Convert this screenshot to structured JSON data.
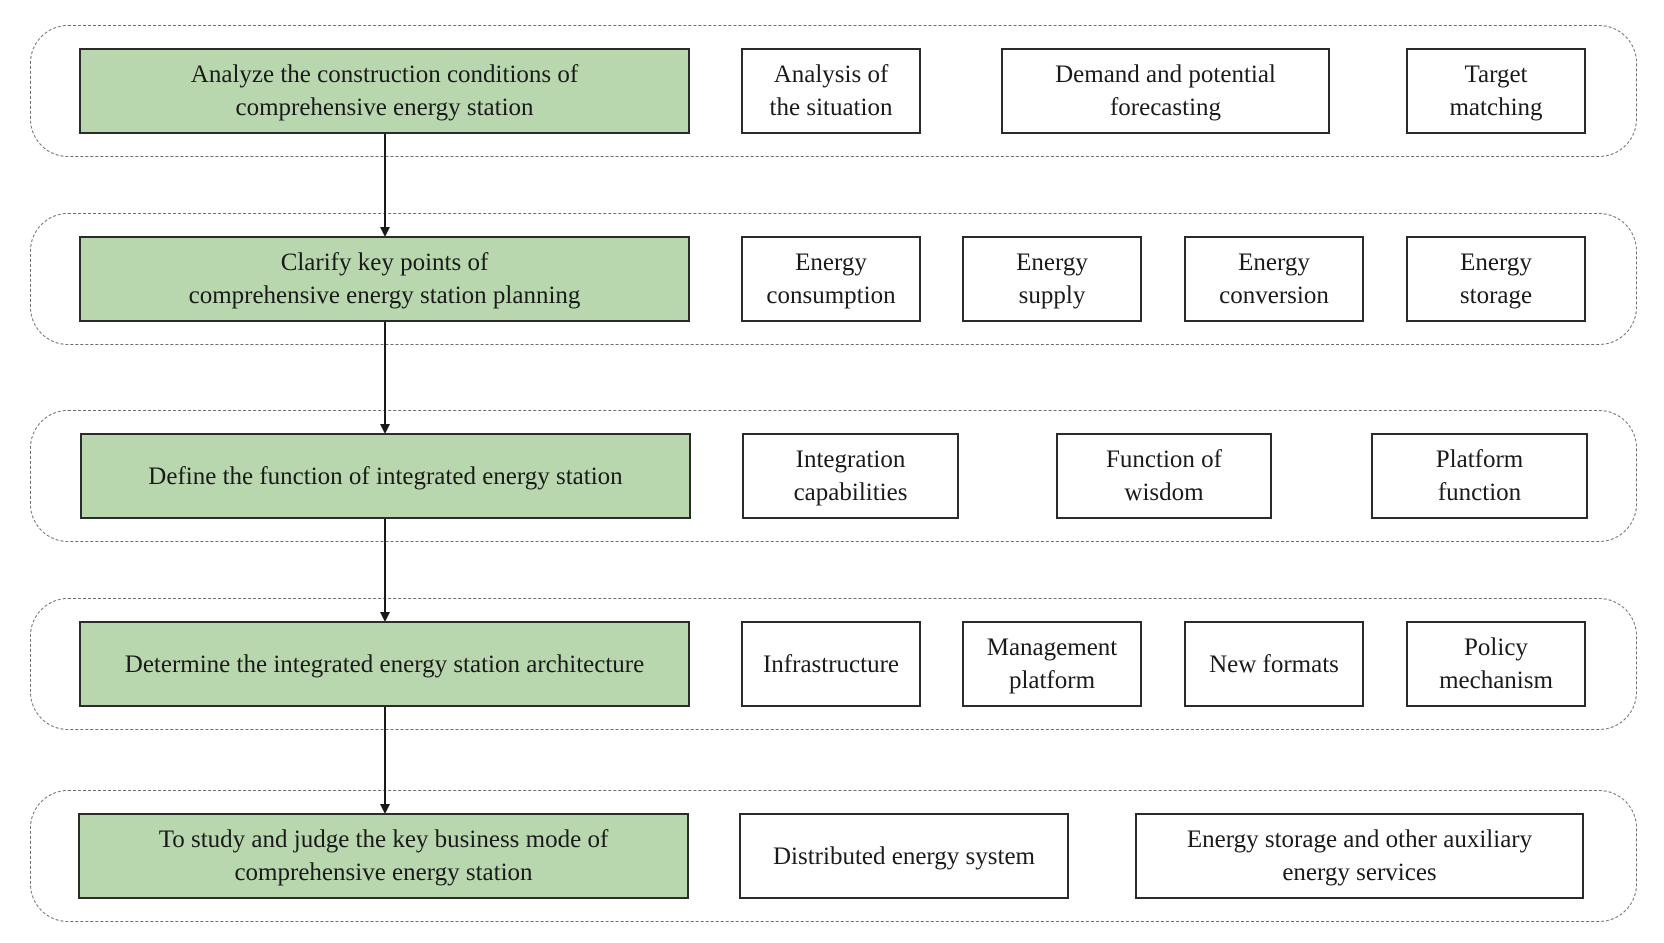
{
  "steps": [
    {
      "label": "Analyze the construction conditions of\ncomprehensive energy station",
      "items": [
        "Analysis of\nthe situation",
        "Demand and potential\nforecasting",
        "Target\nmatching"
      ]
    },
    {
      "label": "Clarify key points of\ncomprehensive energy station planning",
      "items": [
        "Energy\nconsumption",
        "Energy\nsupply",
        "Energy\nconversion",
        "Energy\nstorage"
      ]
    },
    {
      "label": "Define the function of integrated energy station",
      "items": [
        "Integration\ncapabilities",
        "Function of\nwisdom",
        "Platform\nfunction"
      ]
    },
    {
      "label": "Determine the integrated energy station architecture",
      "items": [
        "Infrastructure",
        "Management\nplatform",
        "New formats",
        "Policy\nmechanism"
      ]
    },
    {
      "label": "To study and judge the key business mode of\ncomprehensive energy station",
      "items": [
        "Distributed energy system",
        "Energy storage and other auxiliary\nenergy services"
      ]
    }
  ],
  "colors": {
    "main_fill": "#b9d7ae",
    "box_border": "#2b2b2b",
    "group_border": "#6e6e6e",
    "arrow": "#1a1a1a"
  }
}
